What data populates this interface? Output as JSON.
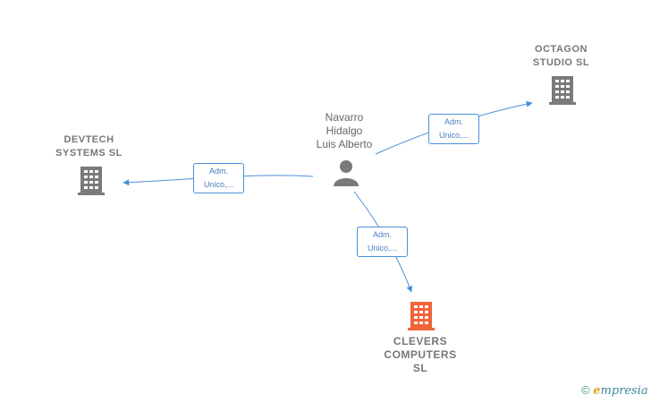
{
  "nodes": {
    "person": {
      "label": "Navarro\nHidalgo\nLuis Alberto"
    },
    "octagon": {
      "label": "OCTAGON\nSTUDIO  SL"
    },
    "devtech": {
      "label": "DEVTECH\nSYSTEMS  SL"
    },
    "clevers": {
      "label": "CLEVERS\nCOMPUTERS\nSL"
    }
  },
  "edges": {
    "to_octagon": {
      "label": "Adm.\nUnico,..."
    },
    "to_devtech": {
      "label": "Adm.\nUnico,..."
    },
    "to_clevers": {
      "label": "Adm.\nUnico,..."
    }
  },
  "watermark": {
    "symbol": "©",
    "brand_first": "e",
    "brand_rest": "mpresia"
  },
  "colors": {
    "edge": "#4a90d9",
    "building_gray": "#7a7a7a",
    "building_focus": "#f0643a",
    "person_gray": "#7a7a7a"
  },
  "icons": {
    "person": "person-icon",
    "company": "building-icon"
  }
}
